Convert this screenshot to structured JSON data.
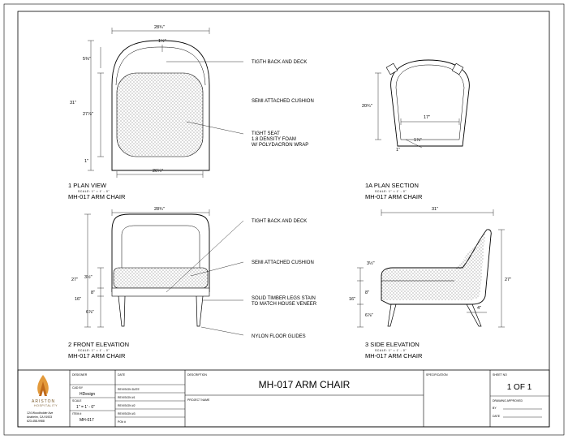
{
  "views": {
    "plan": {
      "number": "1",
      "title": "PLAN VIEW",
      "scale": "SCALE: 1\" = 1' - 0\"",
      "name": "MH-017 ARM CHAIR"
    },
    "plan_section": {
      "number": "1A",
      "title": "PLAN SECTION",
      "scale": "SCALE: 1\" = 1' - 0\"",
      "name": "MH-017 ARM CHAIR"
    },
    "front": {
      "number": "2",
      "title": "FRONT ELEVATION",
      "scale": "SCALE: 1\" = 1' - 0\"",
      "name": "MH-017 ARM CHAIR"
    },
    "side": {
      "number": "3",
      "title": "SIDE ELEVATION",
      "scale": "SCALE: 1\" = 1' - 0\"",
      "name": "MH-017 ARM CHAIR"
    }
  },
  "notes": {
    "back_deck": "TIGTH BACK AND DECK",
    "cushion": "SEMI ATTACHED CUSHION",
    "seat_1": "TIGHT SEAT",
    "seat_2": "1.8 DENSITY FOAM",
    "seat_3": "W/ POLYDACRON WRAP",
    "back_deck_2": "TIGHT BACK AND DECK",
    "cushion_2": "SEMI ATTACHED CUSHION",
    "legs_1": "SOLID TIMBER LEGS STAIN",
    "legs_2": "TO MATCH HOUSE VENEER",
    "glides": "NYLON FLOOR GLIDES"
  },
  "dimensions": {
    "plan_top": "28¾\"",
    "plan_arm": "1½\"",
    "plan_back": "5⅜\"",
    "plan_depth": "31\"",
    "plan_seat_depth": "27⅞\"",
    "plan_front": "1\"",
    "plan_bottom": "26¼\"",
    "section_depth": "20¾\"",
    "section_width": "17\"",
    "section_a": "1⅞\"",
    "section_b": "1\"",
    "front_top": "28¾\"",
    "front_height": "27\"",
    "front_cushion": "3½\"",
    "front_seat": "8\"",
    "front_seat_h": "16\"",
    "front_leg": "6⅞\"",
    "side_top": "31\"",
    "side_height": "27\"",
    "side_cushion": "3½\"",
    "side_seat": "8\"",
    "side_seat_h": "16\"",
    "side_leg": "6⅞\"",
    "side_leg_depth": "4\""
  },
  "title_block": {
    "logo_name": "ARISTON",
    "logo_sub": "HOSPITALITY",
    "address_1": "124 Woodholder Ave",
    "address_2": "Anaheim, CA 91933",
    "address_3": "623-458-9988",
    "designer_label": "DESIGNER",
    "date_label": "DATE",
    "cad_label": "CAD BY",
    "cad_value": "HDesign",
    "scale_label": "SCALE",
    "scale_value": "1\" = 1' - 0\"",
    "item_label": "ITEM #",
    "item_value": "MH-017",
    "rev_1": "REVISION DATE",
    "rev_2": "REVISION #1",
    "rev_3": "REVISION #2",
    "rev_4": "REVISION #3",
    "po_label": "PO# #",
    "description_label": "DESCRIPTION",
    "title": "MH-017 ARM CHAIR",
    "project_label": "PROJECT NAME",
    "specification_label": "SPECIFICATION",
    "sheet_label": "SHEET NO",
    "sheet_value": "1 OF 1",
    "approved_label": "DRAWING APPROVED",
    "by_label": "BY",
    "date2_label": "DATE"
  }
}
